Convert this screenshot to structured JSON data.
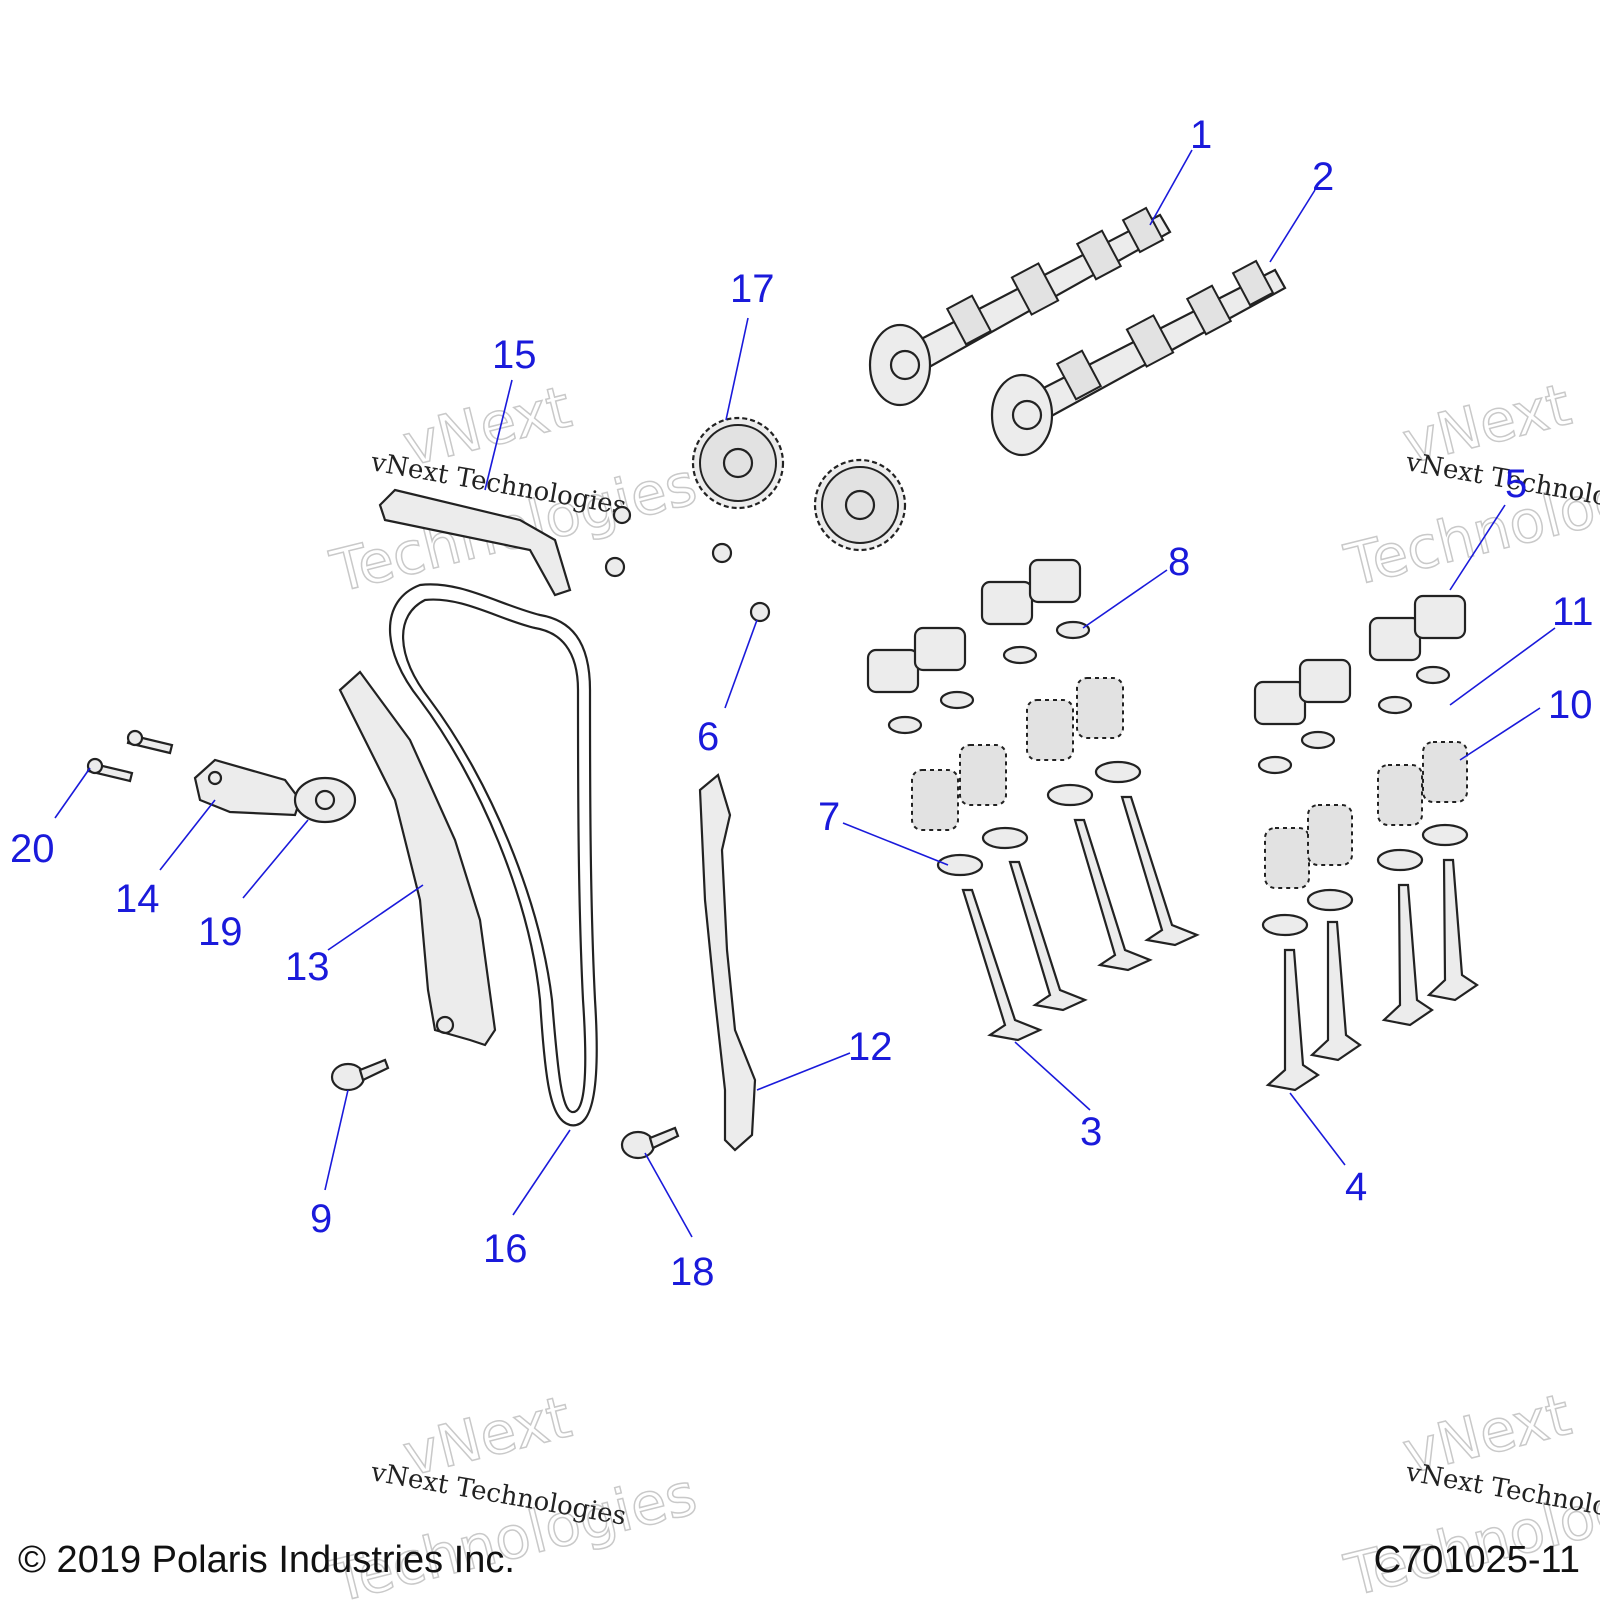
{
  "callouts": [
    "1",
    "2",
    "3",
    "4",
    "5",
    "6",
    "7",
    "8",
    "9",
    "10",
    "11",
    "12",
    "13",
    "14",
    "15",
    "16",
    "17",
    "18",
    "19",
    "20"
  ],
  "watermark": {
    "line1": "vNext",
    "line2": "Technologies",
    "small": "vNext Technologies"
  },
  "footer": {
    "copyright": "© 2019 Polaris Industries Inc.",
    "code": "C701025-11"
  },
  "colors": {
    "callout": "#1a1adb",
    "outline": "#222222",
    "watermark": "#c9c9c9"
  }
}
